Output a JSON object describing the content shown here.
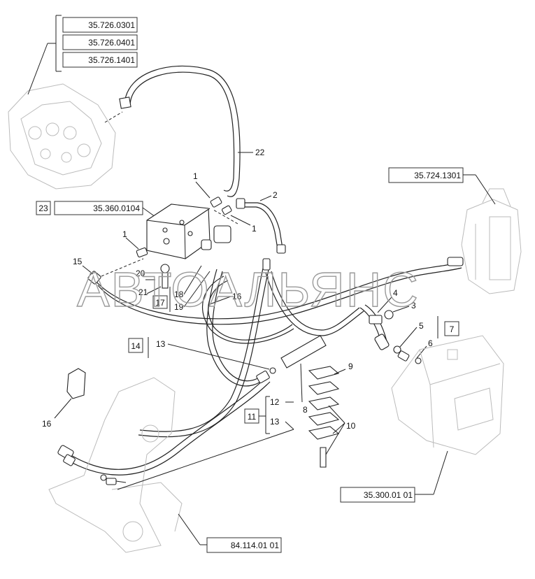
{
  "refs": {
    "r1": "35.726.0301",
    "r2": "35.726.0401",
    "r3": "35.726.1401",
    "r4": "35.724.1301",
    "r5": "35.360.0104",
    "r6": "35.300.01 01",
    "r7": "84.114.01 01"
  },
  "callouts": {
    "c23": "23",
    "c17": "17",
    "c7": "7",
    "c14": "14",
    "c11": "11",
    "n1a": "1",
    "n1b": "1",
    "n1c": "1",
    "n2": "2",
    "n3": "3",
    "n4": "4",
    "n5": "5",
    "n6": "6",
    "n8": "8",
    "n9": "9",
    "n10": "10",
    "n12": "12",
    "n13a": "13",
    "n13b": "13",
    "n15": "15",
    "n16a": "16",
    "n16b": "16",
    "n18": "18",
    "n19": "19",
    "n20": "20",
    "n21": "21",
    "n22": "22"
  },
  "watermark": "АВТОАЛЬЯНС"
}
